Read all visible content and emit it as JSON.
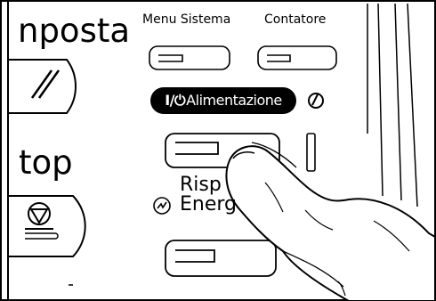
{
  "panel": {
    "reset_label": "nposta",
    "stop_label": "top",
    "menu_label": "Menu Sistema",
    "counter_label": "Contatore",
    "power_symbol": "I/⏻",
    "power_label": "Alimentazione",
    "energy_label_line1": "Risp",
    "energy_label_line2": "Energ"
  },
  "icons": [
    "reset-slash-icon",
    "stop-icon",
    "power-indicator-icon",
    "energy-saver-icon",
    "panel-button-icon"
  ]
}
